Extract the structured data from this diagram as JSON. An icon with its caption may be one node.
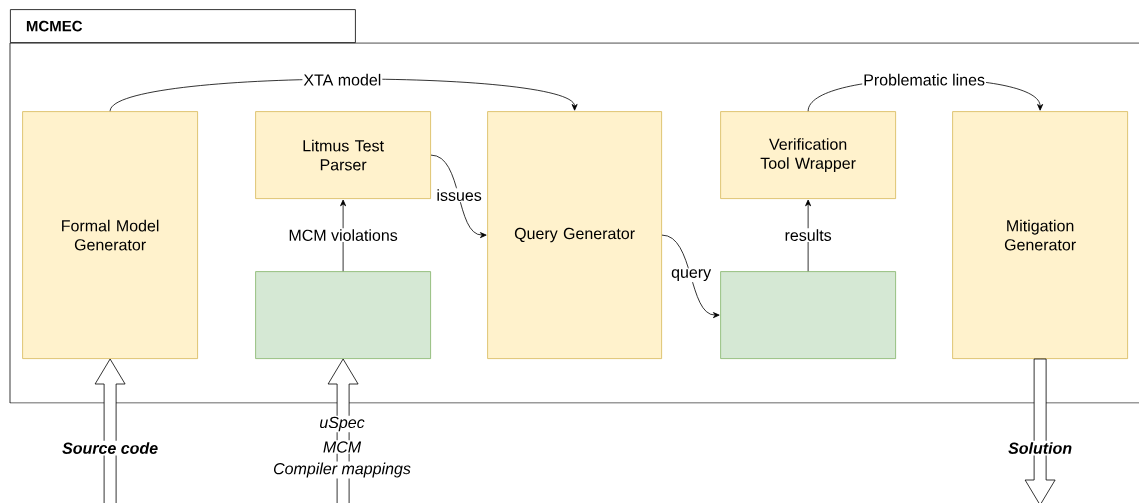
{
  "diagram": {
    "nodes": [
      {
        "text": [
          "MCMEC"
        ]
      },
      {
        "text": [
          "Formal Model Generator"
        ],
        "in": 0
      },
      {
        "text": [
          "Litmus Test Parser"
        ],
        "in": 0
      },
      {
        "text": [],
        "shape": "box",
        "in": 0
      },
      {
        "text": [
          "Query Generator"
        ],
        "in": 0
      },
      {
        "text": [
          "Verification Tool Wrapper"
        ],
        "in": 0
      },
      {
        "text": [],
        "shape": "box",
        "in": 0
      },
      {
        "text": [
          "Mitigation Generator"
        ],
        "in": 0
      }
    ],
    "edges": [
      {
        "from": 1,
        "to": 4,
        "arrow": "to",
        "label": "XTA model"
      },
      {
        "from": 3,
        "to": 2,
        "arrow": "to",
        "label": "MCM violations"
      },
      {
        "from": 2,
        "to": 4,
        "arrow": "to",
        "label": "issues"
      },
      {
        "from": 4,
        "to": 6,
        "arrow": "to",
        "label": "query"
      },
      {
        "from": 6,
        "to": 5,
        "arrow": "to",
        "label": "results"
      },
      {
        "from": 5,
        "to": 7,
        "arrow": "to",
        "label": "Problematic lines"
      },
      {
        "from": null,
        "to": 1,
        "arrow": "to",
        "label": "Source code"
      },
      {
        "from": null,
        "to": 3,
        "arrow": "to"
      },
      {
        "from": 7,
        "to": null,
        "arrow": "to",
        "label": "Solution"
      }
    ],
    "labels": [
      "uSpec",
      "MCM",
      "Compiler mappings"
    ]
  }
}
